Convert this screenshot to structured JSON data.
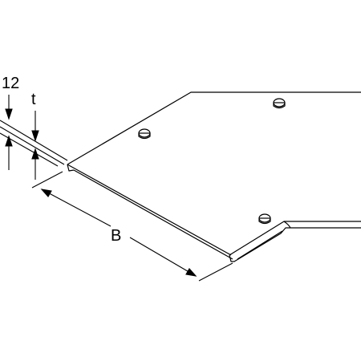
{
  "dimension_labels": {
    "height": "12",
    "thickness": "t",
    "width": "B"
  },
  "colors": {
    "line": "#000000",
    "background": "#ffffff"
  },
  "features": {
    "screw_count": 3
  }
}
